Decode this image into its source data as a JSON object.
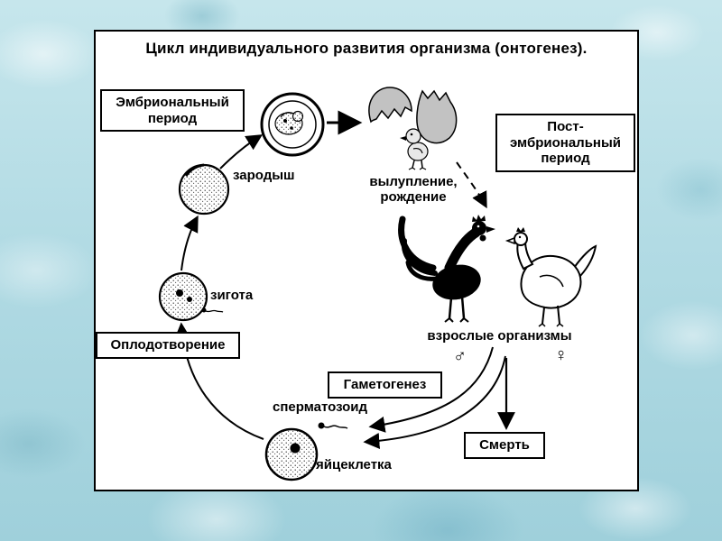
{
  "title": "Цикл индивидуального развития организма (онтогенез).",
  "period_boxes": {
    "embryonic": "Эмбриональный\nпериод",
    "post_embryonic": "Пост-\nэмбриональный\nпериод"
  },
  "process_boxes": {
    "fertilization": "Оплодотворение",
    "gametogenesis": "Гаметогенез",
    "death": "Смерть"
  },
  "stage_labels": {
    "embryo": "зародыш",
    "hatching": "вылупление,\nрождение",
    "adults": "взрослые организмы",
    "male_symbol": "♂",
    "female_symbol": "♀",
    "sperm": "сперматозоид",
    "egg_cell": "яйцеклетка",
    "zygote": "зигота"
  },
  "colors": {
    "background": "#b2dbe4",
    "panel": "#ffffff",
    "line": "#000000",
    "shell_gray": "#c2c2c2"
  }
}
